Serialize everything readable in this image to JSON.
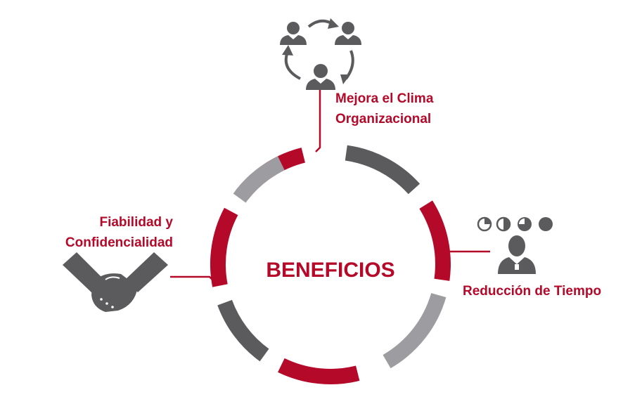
{
  "center": {
    "title": "BENEFICIOS"
  },
  "benefits": [
    {
      "id": "clima",
      "line1": "Mejora el Clima",
      "line2": "Organizacional",
      "icon": "rotating-team-icon"
    },
    {
      "id": "tiempo",
      "line1": "Reducción de Tiempo",
      "icon": "time-person-icon"
    },
    {
      "id": "fiabilidad",
      "line1": "Fiabilidad y",
      "line2": "Confidencialidad",
      "icon": "handshake-icon"
    }
  ],
  "colors": {
    "accent": "#b5092a",
    "dark": "#5b5b5d",
    "light": "#9d9ca1",
    "background": "#ffffff"
  }
}
